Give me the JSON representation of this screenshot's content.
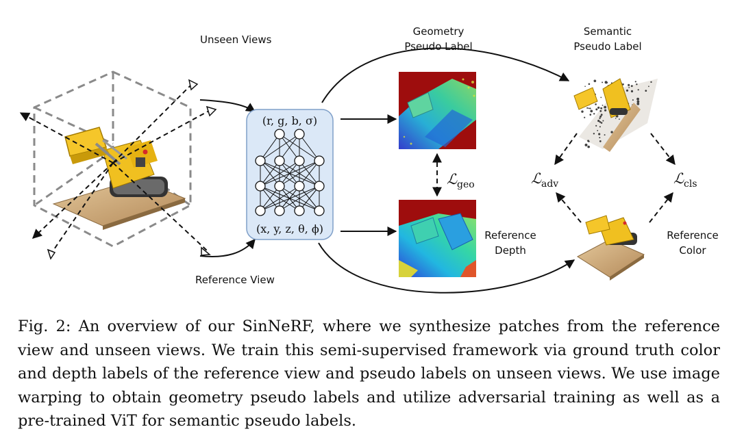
{
  "figure": {
    "labels": {
      "unseen_views": "Unseen Views",
      "reference_view": "Reference View",
      "geometry_pseudo_label": [
        "Geometry",
        "Pseudo Label"
      ],
      "semantic_pseudo_label": [
        "Semantic",
        "Pseudo Label"
      ],
      "reference_depth": [
        "Reference",
        "Depth"
      ],
      "reference_color": [
        "Reference",
        "Color"
      ]
    },
    "network": {
      "output": "(r, g, b, σ)",
      "input": "(x, y, z, θ, ϕ)"
    },
    "losses": {
      "geo": {
        "symbol": "ℒ",
        "sub": "geo"
      },
      "adv": {
        "symbol": "ℒ",
        "sub": "adv"
      },
      "cls": {
        "symbol": "ℒ",
        "sub": "cls"
      }
    },
    "colors": {
      "network_fill": "#dbe8f7",
      "network_stroke": "#7f9fc8",
      "depth_far": "#9e0d0d",
      "depth_near": "#2aa7d8"
    }
  },
  "caption": {
    "text": "Fig. 2: An overview of our SinNeRF, where we synthesize patches from the reference view and unseen views. We train this semi-supervised framework via ground truth color and depth labels of the reference view and pseudo labels on unseen views. We use image warping to obtain geometry pseudo labels and utilize adversarial training as well as a pre-trained ViT for semantic pseudo labels."
  }
}
